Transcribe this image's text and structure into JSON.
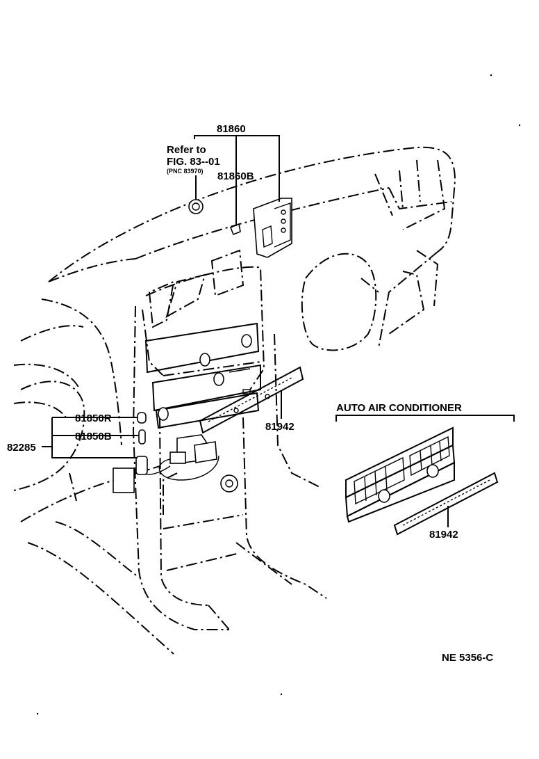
{
  "diagram": {
    "labels": {
      "p81860": "81860",
      "refer_line1": "Refer to",
      "refer_line2": "FIG. 83--01",
      "refer_line3": "(PNC 83970)",
      "p81860B": "81860B",
      "p81850R": "81850R",
      "p81850B": "81850B",
      "p82285": "82285",
      "p81942_main": "81942",
      "auto_ac_title": "AUTO AIR CONDITIONER",
      "p81942_inset": "81942",
      "figure_code": "NE 5356-C"
    }
  }
}
